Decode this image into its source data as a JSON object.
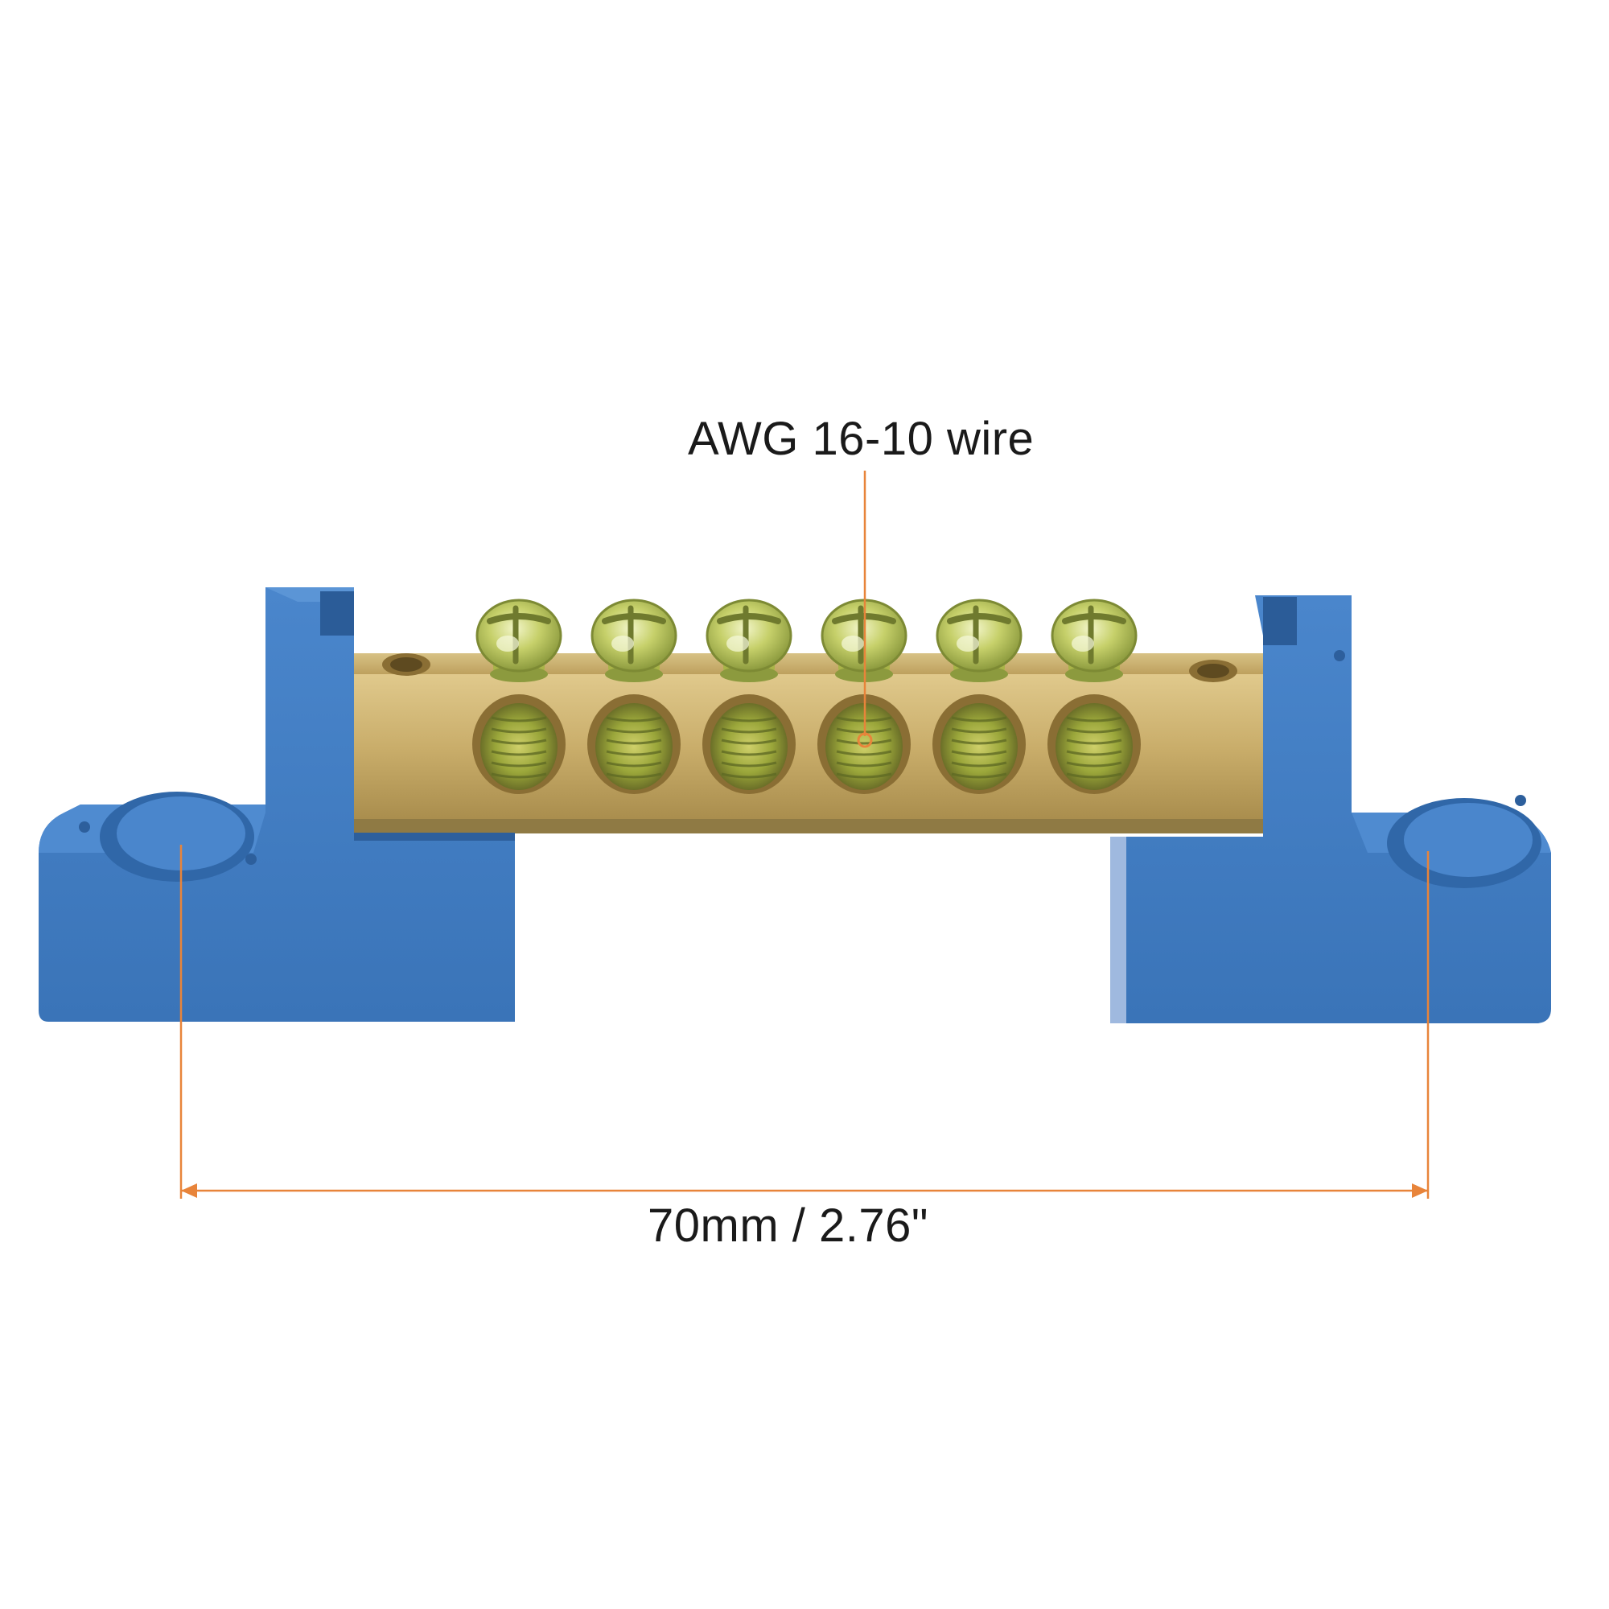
{
  "annotations": {
    "wire_label": "AWG 16-10 wire",
    "dimension_label": "70mm / 2.76\""
  },
  "product": {
    "screw_count": 6,
    "colors": {
      "base_blue": "#3f7cc2",
      "base_blue_dark": "#2d5f9c",
      "brass": "#c9ad6a",
      "brass_dark": "#9a7f42",
      "screw": "#c8d36a",
      "callout_orange": "#e8843a"
    }
  }
}
